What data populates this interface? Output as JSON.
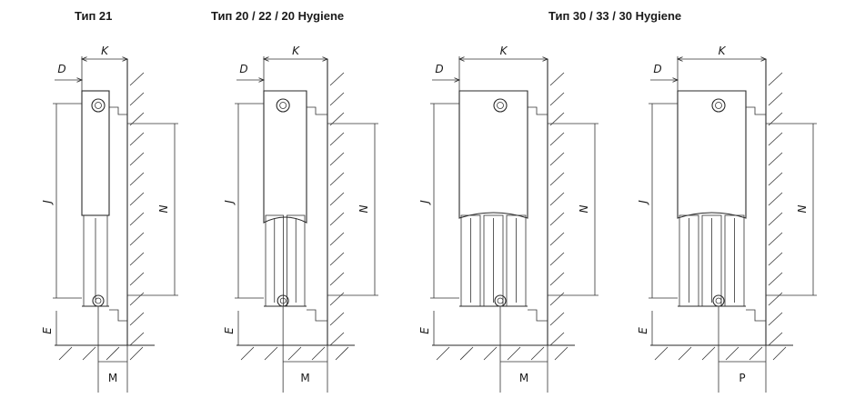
{
  "titles": {
    "type21": "Тип 21",
    "type20": "Тип 20 / 22 / 20 Hygiene",
    "type30": "Тип 30 / 33 / 30 Hygiene"
  },
  "dimensions": {
    "d": "D",
    "k": "K",
    "j": "J",
    "n": "N",
    "e": "E",
    "m": "M",
    "p": "P"
  }
}
